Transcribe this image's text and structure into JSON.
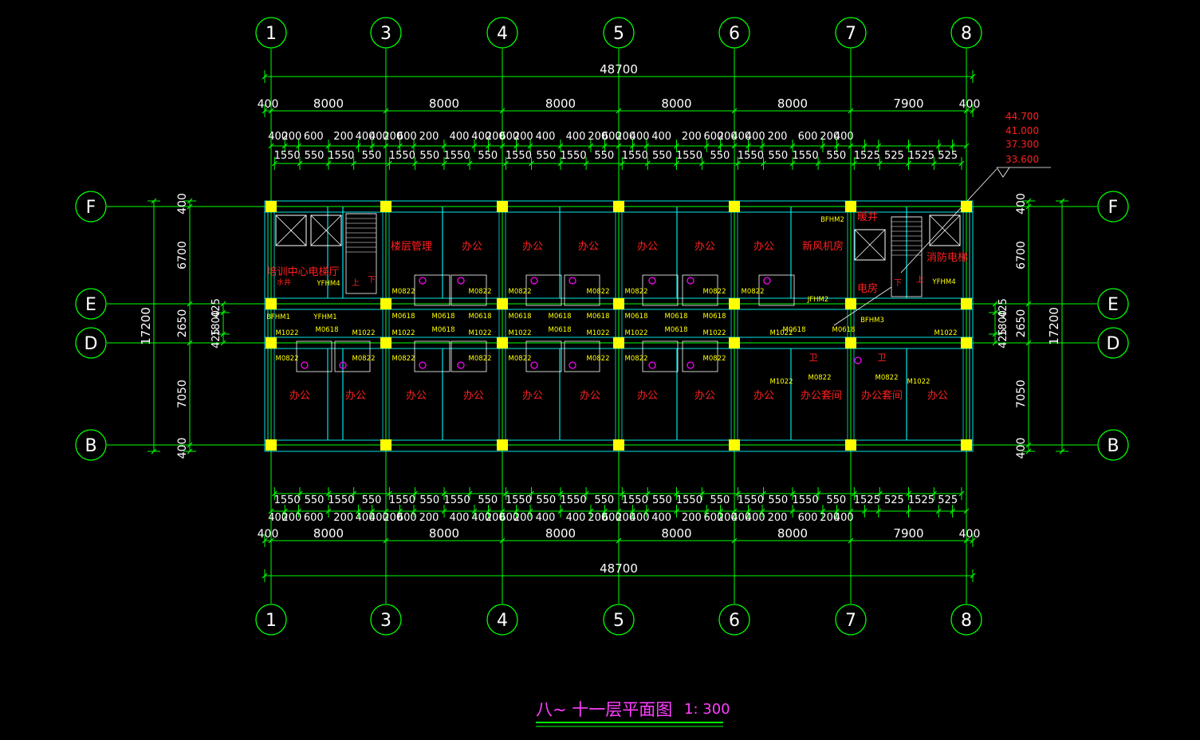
{
  "drawing": {
    "title": "八~ 十一层平面图",
    "scale": "1: 300"
  },
  "colors": {
    "background": "#000000",
    "grid": "#00ff00",
    "dimension": "#00ff00",
    "text": "#ffffff",
    "column": "#ffff00",
    "wall": "#00e6e6",
    "room_label": "#ff2020",
    "door_label": "#ffff00",
    "fixture": "#ff00ff",
    "title": "#ff40ff"
  },
  "axes": {
    "columns": [
      "1",
      "3",
      "4",
      "5",
      "6",
      "7",
      "8"
    ],
    "rows": [
      "F",
      "E",
      "D",
      "B"
    ]
  },
  "dims": {
    "total": "48700",
    "spans": [
      "400",
      "8000",
      "8000",
      "8000",
      "8000",
      "8000",
      "7900",
      "400"
    ],
    "sub_top": [
      "400",
      "200",
      "600",
      "200",
      "400",
      "400",
      "200",
      "600",
      "200",
      "400",
      "400",
      "200",
      "600",
      "200",
      "400",
      "400",
      "200",
      "600",
      "200",
      "400",
      "400",
      "200",
      "600",
      "200",
      "400",
      "400",
      "200",
      "600",
      "200",
      "400"
    ],
    "sub_mid": [
      "1550",
      "550",
      "1550",
      "550",
      "1550",
      "550",
      "1550",
      "550",
      "1550",
      "550",
      "1550",
      "550",
      "1550",
      "550",
      "1550",
      "550",
      "1550",
      "550",
      "1550",
      "550",
      "1525",
      "525",
      "1525",
      "525"
    ],
    "left_total": "17200",
    "left_spans": [
      "400",
      "6700",
      "2650",
      "7050",
      "400"
    ],
    "left_inner": [
      "425",
      "1800",
      "425"
    ],
    "right_total": "17200",
    "right_spans": [
      "400",
      "6700",
      "2650",
      "7050",
      "400"
    ],
    "right_inner": [
      "425",
      "1800",
      "425"
    ]
  },
  "elevations": [
    "44.700",
    "41.000",
    "37.300",
    "33.600"
  ],
  "rooms": {
    "north": [
      "培训中心电梯厅",
      "楼层管理",
      "办公",
      "办公",
      "办公",
      "办公",
      "办公",
      "办公",
      "新风机房",
      "暖井",
      "电房",
      "消防电梯"
    ],
    "south": [
      "办公",
      "办公",
      "办公",
      "办公",
      "办公",
      "办公",
      "办公",
      "办公",
      "办公",
      "办公套间",
      "办公套间",
      "办公"
    ],
    "stair": [
      "上",
      "下",
      "下",
      "上"
    ],
    "shaft": "水井"
  },
  "doors": [
    "YFHM4",
    "BFHM1",
    "YFHM1",
    "M0822",
    "M1022",
    "M0618",
    "JFHM2",
    "BFHM2",
    "BFHM3",
    "YFHM4"
  ],
  "fixtures": [
    "卫",
    "卫"
  ]
}
